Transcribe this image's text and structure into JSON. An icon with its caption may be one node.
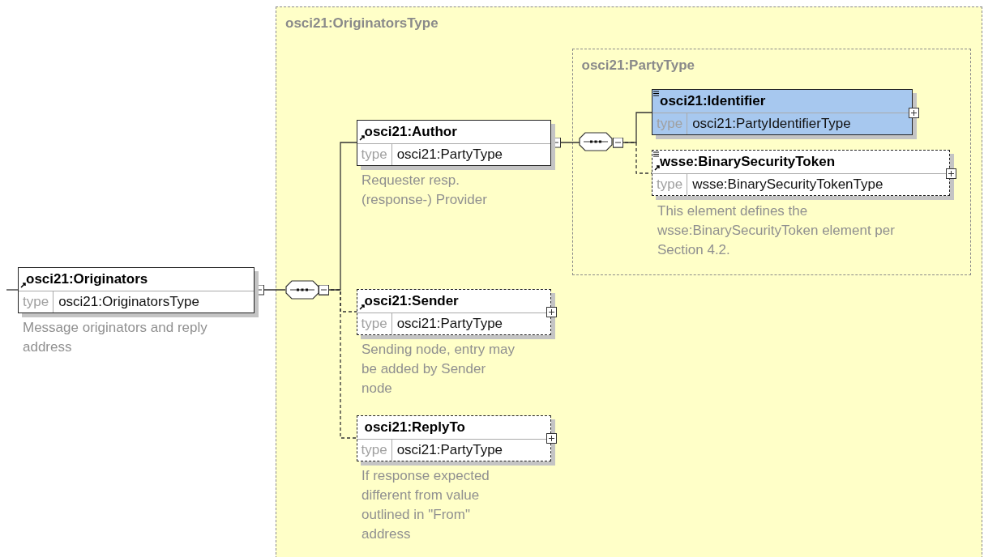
{
  "diagram": {
    "nodes": [
      {
        "text": [
          "osci21:OriginatorsType"
        ]
      },
      {
        "text": [
          "osci21:PartyType"
        ],
        "in": 0
      },
      {
        "text": [
          "osci21:Originators",
          "type",
          "osci21:OriginatorsType"
        ],
        "beside": [
          "Message originators and reply address"
        ]
      },
      {
        "text": [],
        "shape": "octagon",
        "in": 0
      },
      {
        "text": [
          "osci21:Author",
          "type",
          "osci21:PartyType"
        ],
        "beside": [
          "Requester resp. (response-) Provider"
        ],
        "in": 0
      },
      {
        "text": [
          "osci21:Sender",
          "type",
          "osci21:PartyType"
        ],
        "beside": [
          "Sending node, entry may be added by Sender node"
        ],
        "in": 0
      },
      {
        "text": [
          "osci21:ReplyTo",
          "type",
          "osci21:PartyType"
        ],
        "beside": [
          "If response expected different from value outlined in \"From\" address"
        ],
        "in": 0
      },
      {
        "text": [],
        "shape": "octagon",
        "in": 1
      },
      {
        "text": [
          "osci21:Identifier",
          "type",
          "osci21:PartyIdentifierType"
        ],
        "in": 1
      },
      {
        "text": [
          "wsse:BinarySecurityToken",
          "type",
          "wsse:BinarySecurityTokenType"
        ],
        "beside": [
          "This element defines the wsse:BinarySecurityToken element per Section 4.2."
        ],
        "in": 1
      }
    ],
    "edges": [
      {
        "from": null,
        "to": 2,
        "arrow": "none"
      },
      {
        "from": 2,
        "to": 3,
        "arrow": "other"
      },
      {
        "from": 3,
        "to": 4,
        "arrow": "other"
      },
      {
        "from": 3,
        "to": 5,
        "arrow": "other",
        "style": "dashed"
      },
      {
        "from": 3,
        "to": 6,
        "arrow": "other",
        "style": "dashed"
      },
      {
        "from": 4,
        "to": 7,
        "arrow": "other"
      },
      {
        "from": 7,
        "to": 8,
        "arrow": "other"
      },
      {
        "from": 7,
        "to": 9,
        "arrow": "other",
        "style": "dashed"
      }
    ]
  }
}
